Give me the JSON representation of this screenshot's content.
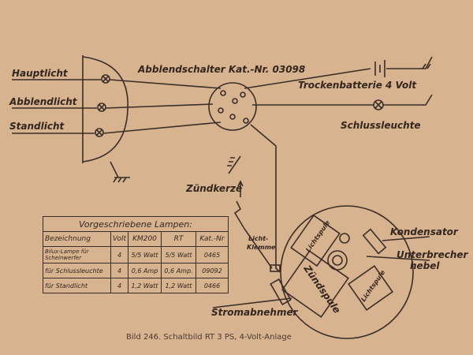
{
  "labels": {
    "hauptlicht": "Hauptlicht",
    "abblendlicht": "Abblendlicht",
    "standlicht": "Standlicht",
    "abblendschalter": "Abblendschalter Kat.-Nr. 03098",
    "batterie": "Trockenbatterie 4 Volt",
    "schlussleuchte": "Schlussleuchte",
    "zuendkerze": "Zündkerze",
    "lichtklemme_1": "Licht-",
    "lichtklemme_2": "Klemme",
    "kondensator": "Kondensator",
    "unterbrecher_1": "Unterbrecher",
    "unterbrecher_2": "hebel",
    "lichtspule_a": "Lichtspule",
    "lichtspule_b": "Lichtspule",
    "zuendspule": "Zündspule",
    "stromabnehmer": "Stromabnehmer"
  },
  "table": {
    "title": "Vorgeschriebene Lampen:",
    "headers": [
      "Bezeichnung",
      "Volt",
      "KM200",
      "RT",
      "Kat.-Nr"
    ],
    "rows": [
      [
        "Bilux-Lampe für Scheinwerfer",
        "4",
        "5/5 Watt",
        "5/5 Watt",
        "0465"
      ],
      [
        "für Schlussleuchte",
        "4",
        "0,6 Amp",
        "0,6 Amp.",
        "09092"
      ],
      [
        "für Standlicht",
        "4",
        "1,2 Watt",
        "1,2 Watt",
        "0466"
      ]
    ]
  },
  "caption": "Bild 246.  Schaltbild RT 3 PS,  4-Volt-Anlage"
}
